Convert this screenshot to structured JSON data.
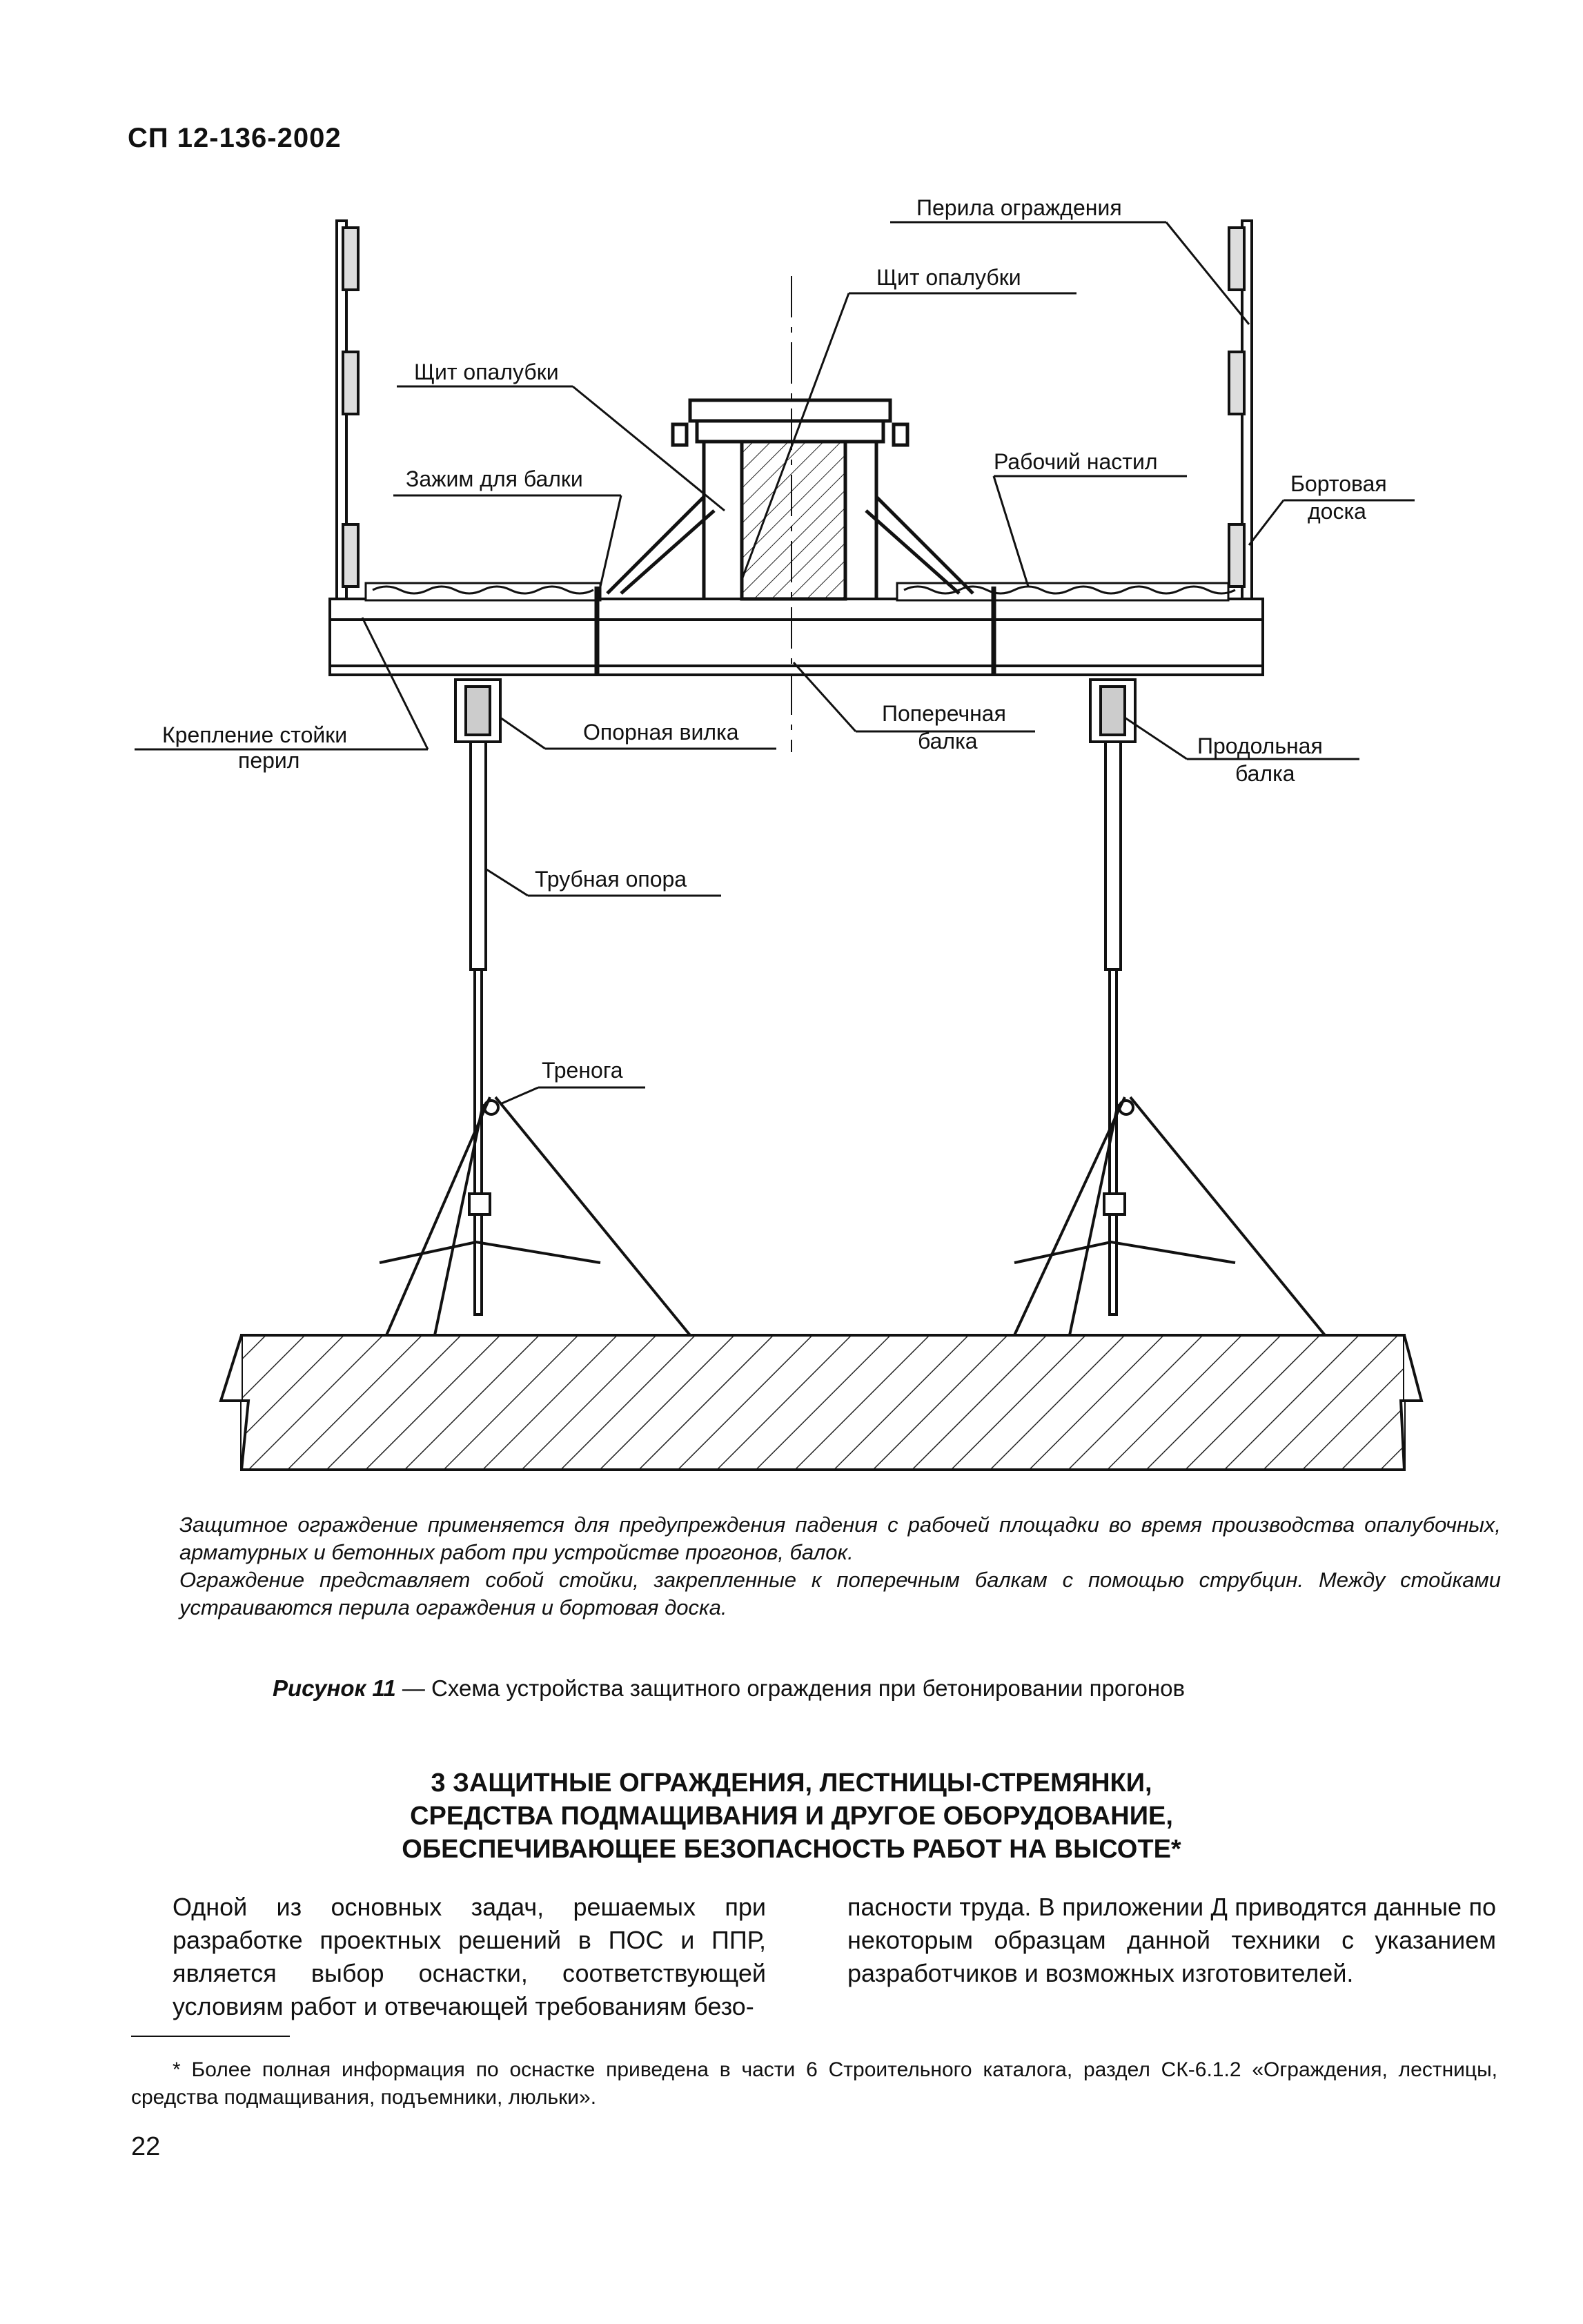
{
  "header": {
    "code": "СП 12-136-2002"
  },
  "figure": {
    "labels": {
      "railing": "Перила ограждения",
      "shield_top": "Щит опалубки",
      "shield_left": "Щит опалубки",
      "beam_clamp": "Зажим для балки",
      "work_deck": "Рабочий настил",
      "side_board_1": "Бортовая",
      "side_board_2": "доска",
      "post_mount_1": "Крепление стойки",
      "post_mount_2": "перил",
      "support_fork": "Опорная вилка",
      "cross_beam_1": "Поперечная",
      "cross_beam_2": "балка",
      "long_beam_1": "Продольная",
      "long_beam_2": "балка",
      "tube_support": "Трубная опора",
      "tripod": "Тренога"
    }
  },
  "caption": {
    "paragraph1": "Защитное ограждение применяется для предупреждения падения с рабочей площадки во время производства опалубочных, арматурных и бетонных работ при устройстве прогонов, балок.",
    "paragraph2": "Ограждение представляет собой стойки, закрепленные к поперечным балкам с помощью струбцин. Между стойками устраиваются перила ограждения и бортовая доска.",
    "figure_label": "Рисунок 11",
    "figure_title": " — Схема устройства защитного ограждения при бетонировании прогонов"
  },
  "section": {
    "heading_line1": "3 ЗАЩИТНЫЕ ОГРАЖДЕНИЯ, ЛЕСТНИЦЫ-СТРЕМЯНКИ,",
    "heading_line2": "СРЕДСТВА ПОДМАЩИВАНИЯ И ДРУГОЕ ОБОРУДОВАНИЕ,",
    "heading_line3": "ОБЕСПЕЧИВАЮЩЕЕ БЕЗОПАСНОСТЬ РАБОТ НА ВЫСОТЕ*",
    "col_left": "Одной из основных задач, решаемых при разработке проектных решений в ПОС и ППР, является выбор оснастки, соответствующей условиям работ и отвечающей требованиям безо-",
    "col_right": "пасности труда. В приложении Д приводятся данные по некоторым образцам данной техники с указанием разработчиков и возможных изготовителей."
  },
  "footnote": "* Более полная информация по оснастке приведена в части 6 Строительного каталога, раздел СК-6.1.2 «Ограждения, лестницы, средства подмащивания, подъемники, люльки».",
  "page_number": "22"
}
